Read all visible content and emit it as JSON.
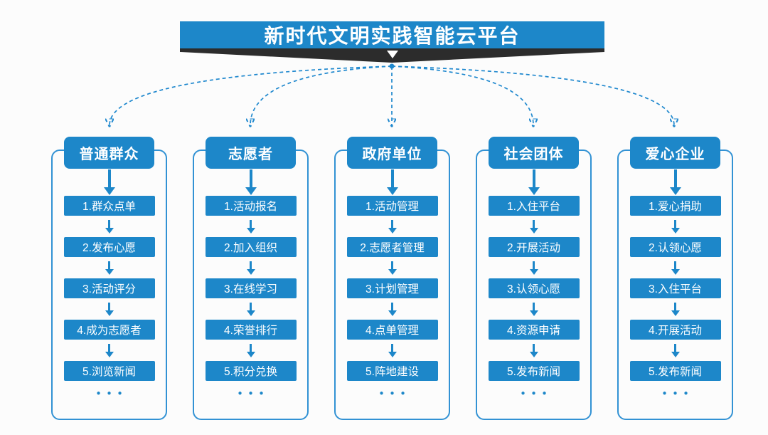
{
  "banner": {
    "title": "新时代文明实践智能云平台"
  },
  "shared": {
    "ellipsis": "●●●"
  },
  "columns": [
    {
      "header": "普通群众",
      "items": [
        "1.群众点单",
        "2.发布心愿",
        "3.活动评分",
        "4.成为志愿者",
        "5.浏览新闻"
      ]
    },
    {
      "header": "志愿者",
      "items": [
        "1.活动报名",
        "2.加入组织",
        "3.在线学习",
        "4.荣誉排行",
        "5.积分兑换"
      ]
    },
    {
      "header": "政府单位",
      "items": [
        "1.活动管理",
        "2.志愿者管理",
        "3.计划管理",
        "4.点单管理",
        "5.阵地建设"
      ]
    },
    {
      "header": "社会团体",
      "items": [
        "1.入住平台",
        "2.开展活动",
        "3.认领心愿",
        "4.资源申请",
        "5.发布新闻"
      ]
    },
    {
      "header": "爱心企业",
      "items": [
        "1.爱心捐助",
        "2.认领心愿",
        "3.入住平台",
        "4.开展活动",
        "5.发布新闻"
      ]
    }
  ],
  "colors": {
    "accent_blue": "#1d87c9",
    "connector_blue": "#1f88ce",
    "frame_blue": "#3292d4",
    "banner_dark": "#2c2c2c",
    "background": "#fcfcfc",
    "text": "#ffffff"
  }
}
